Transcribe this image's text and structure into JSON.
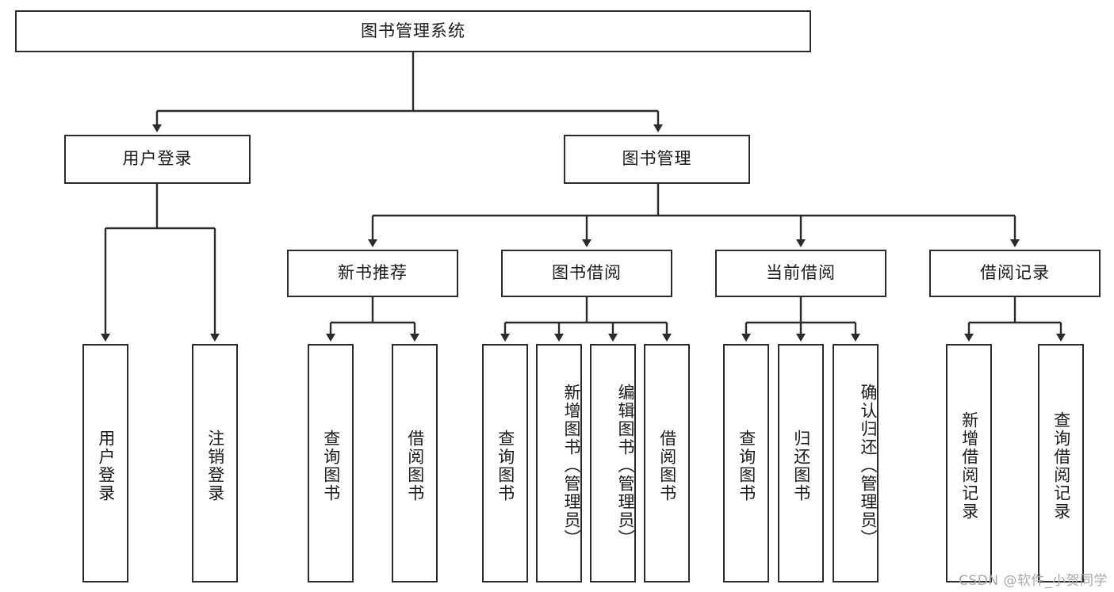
{
  "diagram": {
    "title": "图书管理系统",
    "watermark": "CSDN @软件_小贺同学",
    "stroke_color": "#2b2b2b",
    "fill_color": "#ffffff",
    "text_color": "#1a1a1a",
    "watermark_color": "#a8a8a8"
  },
  "nodes": {
    "root": {
      "label": "图书管理系统",
      "level": 1
    },
    "l2": [
      {
        "id": "user-login",
        "label": "用户登录"
      },
      {
        "id": "book-management",
        "label": "图书管理"
      }
    ],
    "l3": [
      {
        "id": "new-book-recommend",
        "label": "新书推荐"
      },
      {
        "id": "book-borrow",
        "label": "图书借阅"
      },
      {
        "id": "current-borrow",
        "label": "当前借阅"
      },
      {
        "id": "borrow-record",
        "label": "借阅记录"
      }
    ],
    "leaves": {
      "user_login": [
        {
          "id": "leaf-user-login",
          "label": "用户登录"
        },
        {
          "id": "leaf-logout-login",
          "label": "注销登录"
        }
      ],
      "new_book_recommend": [
        {
          "id": "leaf-query-book-1",
          "label": "查询图书"
        },
        {
          "id": "leaf-borrow-book-1",
          "label": "借阅图书"
        }
      ],
      "book_borrow": [
        {
          "id": "leaf-query-book-2",
          "label": "查询图书"
        },
        {
          "id": "leaf-add-book",
          "label": "新增图书（管理员）"
        },
        {
          "id": "leaf-edit-book",
          "label": "编辑图书（管理员）"
        },
        {
          "id": "leaf-borrow-book-2",
          "label": "借阅图书"
        }
      ],
      "current_borrow": [
        {
          "id": "leaf-query-book-3",
          "label": "查询图书"
        },
        {
          "id": "leaf-return-book",
          "label": "归还图书"
        },
        {
          "id": "leaf-confirm-return",
          "label": "确认归还（管理员）"
        }
      ],
      "borrow_record": [
        {
          "id": "leaf-add-record",
          "label": "新增借阅记录"
        },
        {
          "id": "leaf-query-record",
          "label": "查询借阅记录"
        }
      ]
    }
  }
}
